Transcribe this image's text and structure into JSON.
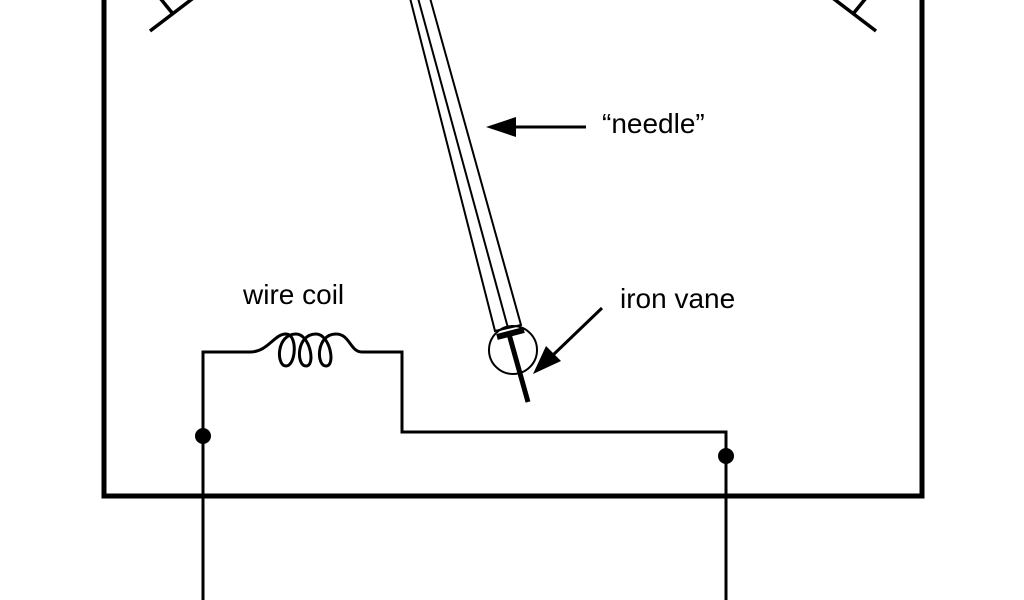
{
  "labels": {
    "needle": "“needle”",
    "wire_coil": "wire coil",
    "iron_vane": "iron vane"
  },
  "colors": {
    "ink": "#000000",
    "background": "#ffffff"
  }
}
